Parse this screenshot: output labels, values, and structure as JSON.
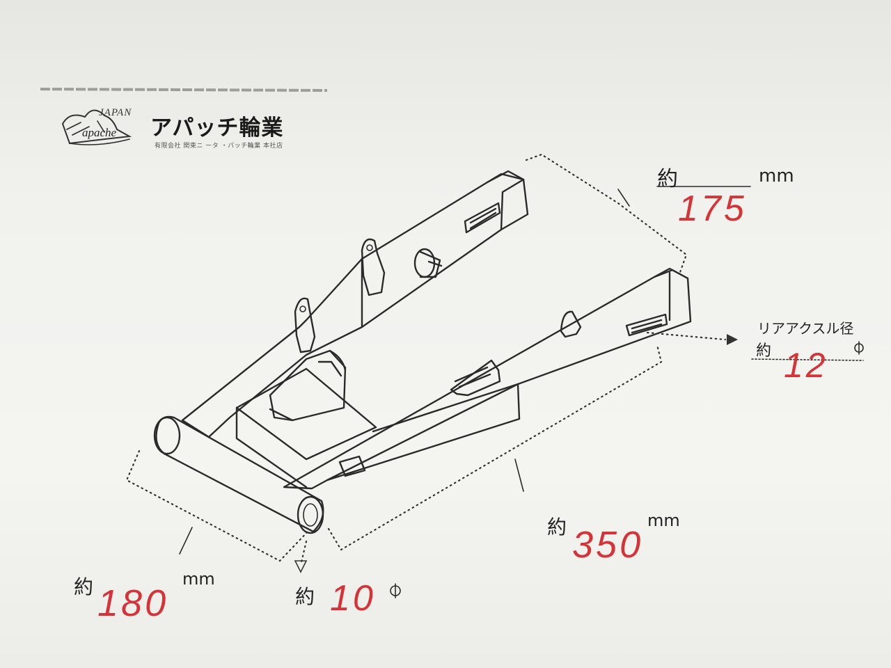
{
  "header": {
    "logo_japan": "JAPAN",
    "logo_word": "apache",
    "company_name": "アパッチ輪業",
    "address_line": "有限会社 関東ニ ータ ・パッチ輪業 本社店"
  },
  "dimensions": {
    "width": {
      "approx": "約",
      "value": "175",
      "unit": "mm"
    },
    "length": {
      "approx": "約",
      "value": "350",
      "unit": "mm"
    },
    "pivot_width": {
      "approx": "約",
      "value": "180",
      "unit": "mm"
    },
    "pivot_diameter": {
      "approx": "約",
      "value": "10",
      "unit": "Φ"
    },
    "rear_axle": {
      "label": "リアアクスル径",
      "approx": "約",
      "value": "12",
      "unit": "Φ"
    }
  },
  "colors": {
    "handwriting": "#d63338",
    "ink": "#2a2a2a",
    "paper": "#f1f1ee"
  }
}
